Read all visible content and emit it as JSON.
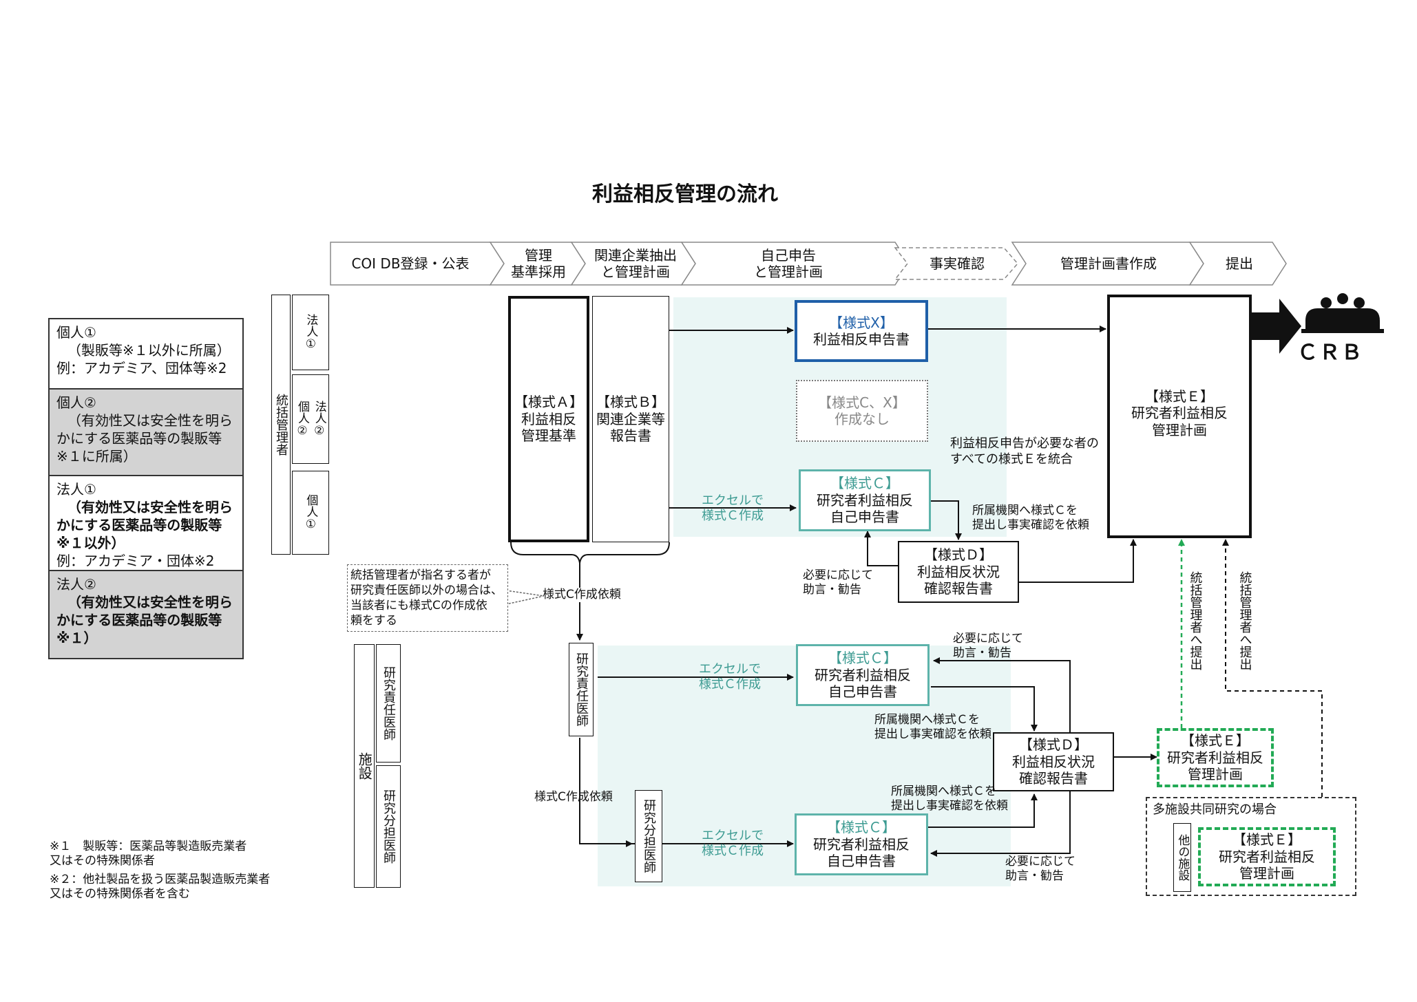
{
  "title": "利益相反管理の流れ",
  "steps": [
    "COI DB登録・公表",
    "管理\n基準採用",
    "関連企業抽出\nと管理計画",
    "自己申告\nと管理計画",
    "事実確認",
    "管理計画書作成",
    "提出"
  ],
  "legend": {
    "c1_title": "個人①",
    "c1_l1": "（製販等※１以外に所属）",
    "c1_l2": "例：アカデミア、団体等※2",
    "c2_title": "個人②",
    "c2_l1": "（有効性又は安全性を明ら",
    "c2_l2": "かにする医薬品等の製販等",
    "c2_l3": "※１に所属）",
    "c3_title": "法人①",
    "c3_l1": "（有効性又は安全性を明ら",
    "c3_l2": "かにする医薬品等の製販等",
    "c3_l3": "※１以外）",
    "c3_l4": "例：アカデミア・団体※2",
    "c4_title": "法人②",
    "c4_l1": "（有効性又は安全性を明ら",
    "c4_l2": "かにする医薬品等の製販等",
    "c4_l3": "※１）"
  },
  "roles": {
    "group_tokatsu": "統括管理者",
    "houjin1": "法人①",
    "houjin2": "法人②",
    "kojin2": "個人②",
    "kojin1": "個人①",
    "group_shisetsu": "施設",
    "sekinin": "研究責任医師",
    "buntan": "研究分担医師",
    "sekinin2": "研究責任医師",
    "buntan2": "研究分担医師",
    "tano": "他の施設"
  },
  "boxes": {
    "formA_tag": "【様式Ａ】",
    "formA_l1": "利益相反",
    "formA_l2": "管理基準",
    "formB_tag": "【様式Ｂ】",
    "formB_l1": "関連企業等",
    "formB_l2": "報告書",
    "formX_tag": "【様式X】",
    "formX_l1": "利益相反申告書",
    "formCX_l1": "【様式C、X】",
    "formCX_l2": "作成なし",
    "formC_tag": "【様式Ｃ】",
    "formC_l1": "研究者利益相反",
    "formC_l2": "自己申告書",
    "formC2_tag": "【様式Ｃ】",
    "formC2_l1": "研究者利益相反",
    "formC2_l2": "自己申告書",
    "formC3_tag": "【様式Ｃ】",
    "formC3_l1": "研究者利益相反",
    "formC3_l2": "自己申告書",
    "formD_tag": "【様式Ｄ】",
    "formD_l1": "利益相反状況",
    "formD_l2": "確認報告書",
    "formD2_tag": "【様式Ｄ】",
    "formD2_l1": "利益相反状況",
    "formD2_l2": "確認報告書",
    "formE_tag": "【様式Ｅ】",
    "formE_l1": "研究者利益相反",
    "formE_l2": "管理計画",
    "formE2_tag": "【様式Ｅ】",
    "formE2_l1": "研究者利益相反",
    "formE2_l2": "管理計画",
    "formE3_tag": "【様式Ｅ】",
    "formE3_l1": "研究者利益相反",
    "formE3_l2": "管理計画",
    "crb": "ＣＲＢ"
  },
  "labels": {
    "excel1_l1": "エクセルで",
    "excel1_l2": "様式Ｃ作成",
    "excel2_l1": "エクセルで",
    "excel2_l2": "様式Ｃ作成",
    "excel3_l1": "エクセルで",
    "excel3_l2": "様式Ｃ作成",
    "integrate_l1": "利益相反申告が必要な者の",
    "integrate_l2": "すべての様式Ｅを統合",
    "submit1_l1": "所属機関へ様式Ｃを",
    "submit1_l2": "提出し事実確認を依頼",
    "submit2_l1": "所属機関へ様式Ｃを",
    "submit2_l2": "提出し事実確認を依頼",
    "submit3_l1": "所属機関へ様式Ｃを",
    "submit3_l2": "提出し事実確認を依頼",
    "advice1_l1": "必要に応じて",
    "advice1_l2": "助言・勧告",
    "advice2_l1": "必要に応じて",
    "advice2_l2": "助言・勧告",
    "advice3_l1": "必要に応じて",
    "advice3_l2": "助言・勧告",
    "request1": "様式C作成依頼",
    "request2": "様式C作成依頼",
    "callout_l1": "統括管理者が指名する者が",
    "callout_l2": "研究責任医師以外の場合は、",
    "callout_l3": "当該者にも様式Cの作成依",
    "callout_l4": "頼をする",
    "tokatsu_submit_a": "統括管理者へ提出",
    "tokatsu_submit_b": "統括管理者へ提出",
    "multi_site": "多施設共同研究の場合"
  },
  "footnotes": {
    "n1_l1": "※１　製販等：医薬品等製造販売業者",
    "n1_l2": "又はその特殊関係者",
    "n2_l1": "※２：他社製品を扱う医薬品製造販売業者",
    "n2_l2": "又はその特殊関係者を含む"
  },
  "colors": {
    "blue": "#1f5fa8",
    "teal": "#5db3aa",
    "teal_bg": "#eaf6f5",
    "green": "#22aa55",
    "legend_grey": "#d3d3d3"
  }
}
